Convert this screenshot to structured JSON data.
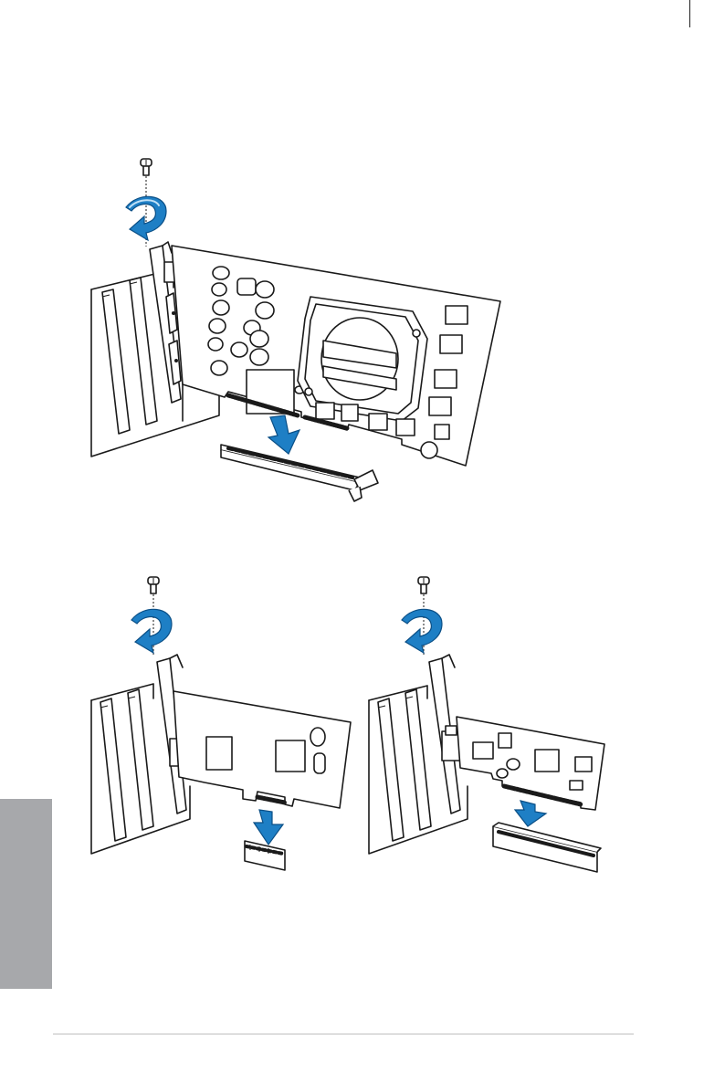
{
  "page": {
    "background_color": "#ffffff",
    "side_tab_color": "#a7a8ab",
    "arrow_color": "#1e7fc5"
  },
  "figures": [
    {
      "name": "graphics-card-installation",
      "icons": [
        "screw-icon",
        "rotate-arrow-icon",
        "insert-arrow-icon"
      ]
    },
    {
      "name": "x1-card-installation",
      "icons": [
        "screw-icon",
        "rotate-arrow-icon",
        "insert-arrow-icon"
      ]
    },
    {
      "name": "x16-slot-card-installation",
      "icons": [
        "screw-icon",
        "rotate-arrow-icon",
        "insert-arrow-icon"
      ]
    }
  ]
}
